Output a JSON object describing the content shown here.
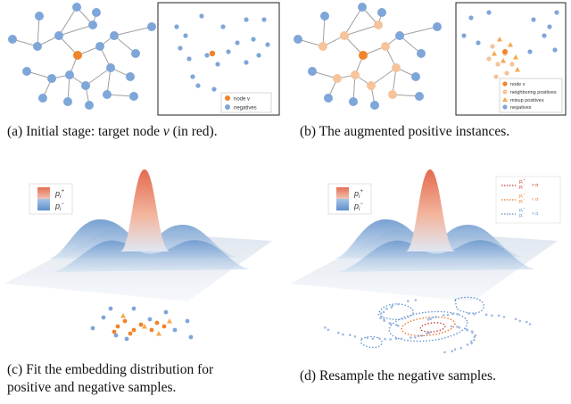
{
  "panels": {
    "a": {
      "caption_prefix": "(a)  Initial stage: target node",
      "caption_var": "v",
      "caption_suffix": " (in red).",
      "legend": [
        "node v",
        "negatives"
      ]
    },
    "b": {
      "caption": "(b)  The augmented positive instances.",
      "legend": [
        "node v",
        "neighboring positives",
        "mixup positives",
        "negatives"
      ]
    },
    "c": {
      "caption_line1": "(c)  Fit  the  embedding  distribution  for",
      "caption_line2": "positive and negative samples.",
      "legend": [
        "p_i^+",
        "p_i^-"
      ]
    },
    "d": {
      "caption": "(d)  Resample the negative samples.",
      "legend": [
        "p_i^+",
        "p_i^-"
      ],
      "legend_ratio": [
        "P_i^+ / P_i^- > α",
        "P_i^+ / P_i^- ≈ α",
        "P_i^+ / P_i^- < α"
      ]
    }
  },
  "colors": {
    "node_blue": "#7ea6d8",
    "node_orange": "#f0842b",
    "node_peach": "#f6c39a",
    "edge": "#9a9a9a",
    "peak_red": "#e8735a",
    "surface_blue": "#6f9fd0",
    "ring_orange": "#e8701e",
    "ring_blue": "#5c8fcf"
  }
}
